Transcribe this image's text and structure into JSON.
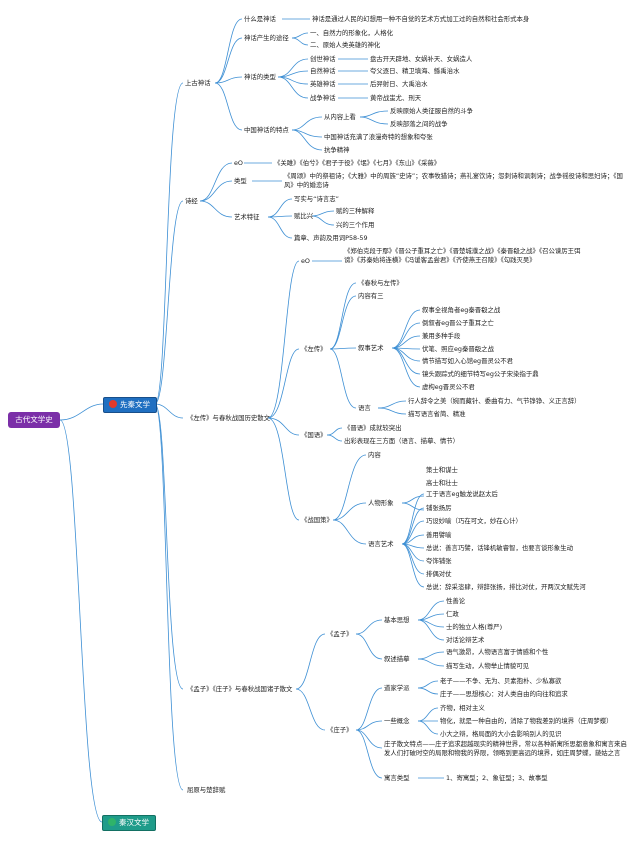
{
  "root": "古代文学史",
  "branches": {
    "pre_qin": "先秦文学",
    "qin_han": "秦汉文学"
  },
  "colors": {
    "root": "#7b2fa8",
    "pre_qin": "#1f6fc1",
    "qin_han": "#1f9c8a",
    "line": "#3d8fd4"
  },
  "icons": {
    "pre_qin": "red-circle-icon",
    "qin_han": "green-circle-icon"
  },
  "nodes": {
    "myth": "上古神话",
    "myth_what": "什么是神话",
    "myth_what_def": "神话是通过人民的幻想用一种不自觉的艺术方式加工过的自然和社会形式本身",
    "myth_origin": "神话产生的途径",
    "myth_origin_1": "一、自然力的形象化，人格化",
    "myth_origin_2": "二、原始人类英雄的神化",
    "myth_types": "神话的类型",
    "myth_type_1": "创世神话",
    "myth_type_1_ex": "盘古开天辟地、女娲补天、女娲造人",
    "myth_type_2": "自然神话",
    "myth_type_2_ex": "夸父逐日、精卫填海、鲧禹治水",
    "myth_type_3": "英雄神话",
    "myth_type_3_ex": "后羿射日、大禹治水",
    "myth_type_4": "战争神话",
    "myth_type_4_ex": "黄帝战蚩尤、刑天",
    "myth_features": "中国神话的特点",
    "myth_feat_content": "从内容上看",
    "myth_feat_content_1": "反映原始人类征服自然的斗争",
    "myth_feat_content_2": "反映部落之间的战争",
    "myth_feat_2": "中国神话充满了浪漫奇特的想象和夸张",
    "myth_feat_3": "抗争精神",
    "shijing": "诗经",
    "sj_eo": "eO",
    "sj_eo_list": "《关雎》《伯兮》《君子于役》《氓》《七月》《东山》《采薇》",
    "sj_types": "类型",
    "sj_types_text": "《周颂》中的祭祖诗；《大雅》中的周族“史诗”；农事牧猎诗；燕礼宴饮诗；怨刺诗和讽刺诗；战争徭役诗和思妇诗；《国风》中的婚恋诗",
    "sj_art": "艺术特征",
    "sj_art_1": "写实与“诗言志”",
    "sj_art_2": "赋比兴",
    "sj_art_2_a": "赋的三种解释",
    "sj_art_2_b": "兴的三个作用",
    "sj_art_3": "篇章、声韵及用词P58-59",
    "zuozhuan_group": "《左传》与春秋战国历史散文",
    "zz_eo": "eO",
    "zz_eo_list": "《郑伯克段于鄢》《晋公子重耳之亡》《晋楚城濮之战》《秦晋殽之战》《召公谏厉王弭谤》《苏秦始将连横》《冯谖客孟尝君》《齐使燕王召陵》《勾践灭吴》",
    "zuozhuan": "《左传》",
    "zz_1": "《春秋与左传》",
    "zz_2": "内容有三",
    "zz_narr": "叙事艺术",
    "zz_narr_1": "叙事全视角者eg秦晋殽之战",
    "zz_narr_2": "倒叙者eg晋公子重耳之亡",
    "zz_narr_3": "兼用多种手段",
    "zz_narr_4": "伏笔、照应eg秦晋殽之战",
    "zz_narr_5": "情节描写如入心馆eg晋灵公不君",
    "zz_narr_6": "镜头跟踪式的细节特写eg公子宋染指于鼎",
    "zz_narr_7": "虚构eg晋灵公不君",
    "zz_lang": "语言",
    "zz_lang_1": "行人辞令之美（婉而藏针、委曲有力、气节铮铮、义正言辞）",
    "zz_lang_2": "描写语言省简、精准",
    "guoyu": "《国语》",
    "gy_1": "《晋语》成就较突出",
    "gy_2": "出彩表现在三方面（语言、描摹、情节）",
    "zhanguoce": "《战国策》",
    "zgc_content": "内容",
    "zgc_people": "人物形象",
    "zgc_people_1": "策士和谋士",
    "zgc_people_2": "高士和壮士",
    "zgc_lang": "语言艺术",
    "zgc_lang_1": "工于语言eg触龙说赵太后",
    "zgc_lang_2": "铺张扬厉",
    "zgc_lang_3": "巧设妙喻（巧在可文，妙在心计）",
    "zgc_lang_4": "善用譬喻",
    "zgc_lang_5": "总说：善言巧譬，话锋机敏睿智，也要言谈形象生动",
    "zgc_lang_6": "夸饰铺张",
    "zgc_lang_7": "排偶对仗",
    "zgc_lang_8": "总说：辞采恣肆，辩辞张扬，排比对仗，开两汉文赋先河",
    "mencius_group": "《孟子》《庄子》与春秋战国诸子散文",
    "mencius": "《孟子》",
    "mz_thought": "基本思想",
    "mz_thought_1": "性善论",
    "mz_thought_2": "仁政",
    "mz_thought_3": "士的独立人格(尊严)",
    "mz_thought_4": "对话论辩艺术",
    "mz_art": "叙述描摹",
    "mz_art_1": "语气激昂，人物语言富于情感和个性",
    "mz_art_2": "描写生动，人物举止情貌可见",
    "zhuangzi": "《庄子》",
    "zz2_dao": "道家学派",
    "zz2_dao_1": "老子——不争、无为、贝素抱朴、少私寡欲",
    "zz2_dao_2": "庄子——思想核心：对人类自由的向往和追求",
    "zz2_concept": "一些概念",
    "zz2_concept_1": "齐物，相对主义",
    "zz2_concept_2": "物化，就是一种自由的，消除了物我差别的境界（庄周梦蝶）",
    "zz2_concept_3": "小大之辩，格局面的大小会影响别人的见识",
    "zz2_style": "庄子散文特点——庄子追求超越现实的精神世界，常以各种新寓所思都意象和寓言来启发人们打破时空的局限和物我的界限，领略到更高远的境界，如庄周梦蝶，藐姑之言",
    "zz2_fable": "寓言类型",
    "zz2_fable_text": "1、寄寓型；2、象征型；3、故事型",
    "quyuan": "屈原与楚辞赋"
  }
}
